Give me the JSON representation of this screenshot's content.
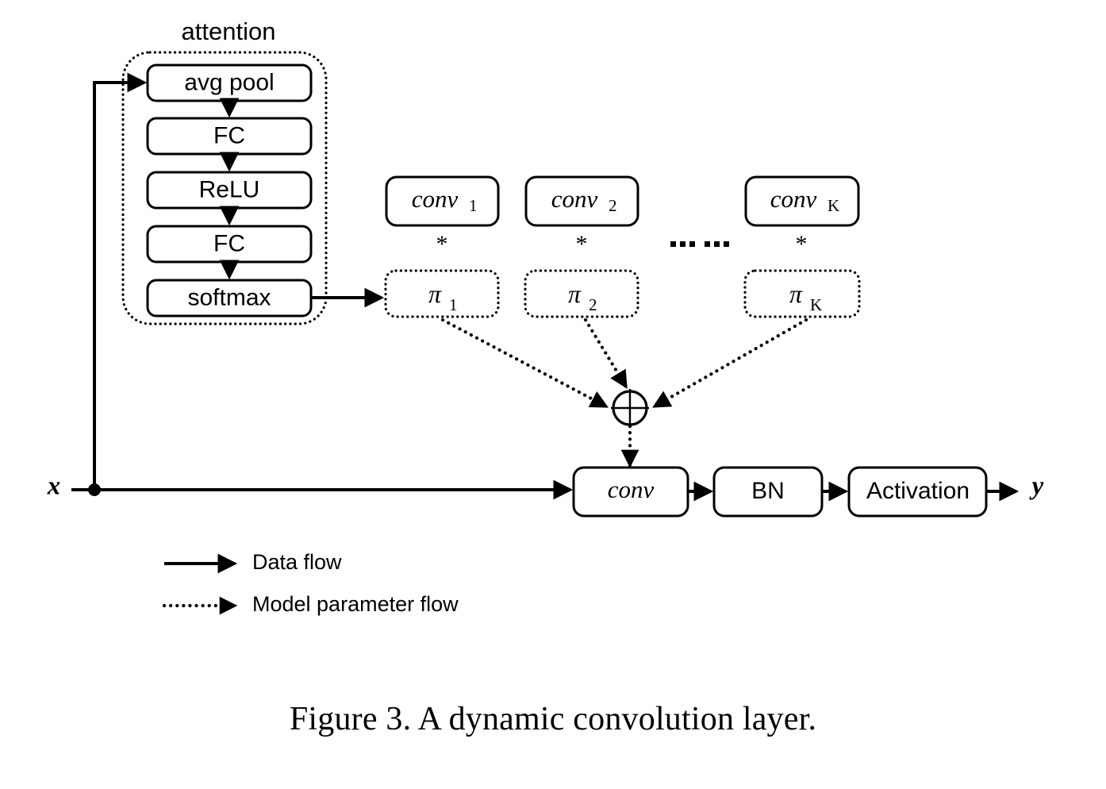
{
  "figure": {
    "caption": "Figure 3. A dynamic convolution layer.",
    "attention_group_label": "attention"
  },
  "attention": {
    "label": "attention",
    "stages": [
      {
        "id": "avg-pool",
        "label": "avg pool"
      },
      {
        "id": "fc-1",
        "label": "FC"
      },
      {
        "id": "relu",
        "label": "ReLU"
      },
      {
        "id": "fc-2",
        "label": "FC"
      },
      {
        "id": "softmax",
        "label": "softmax"
      }
    ]
  },
  "kernels": {
    "multiply_symbol": "*",
    "ellipsis": "···· ····",
    "items": [
      {
        "conv_base": "conv",
        "conv_sub": "1",
        "pi_base": "π",
        "pi_sub": "1"
      },
      {
        "conv_base": "conv",
        "conv_sub": "2",
        "pi_base": "π",
        "pi_sub": "2"
      },
      {
        "conv_base": "conv",
        "conv_sub": "K",
        "pi_base": "π",
        "pi_sub": "K"
      }
    ]
  },
  "aggregate": {
    "symbol_name": "circled-plus",
    "symbol": "⊕"
  },
  "main_path": {
    "input_label": "x",
    "output_label": "y",
    "blocks": [
      {
        "id": "conv",
        "label": "conv",
        "style": "math-italic"
      },
      {
        "id": "bn",
        "label": "BN",
        "style": "sans"
      },
      {
        "id": "activation",
        "label": "Activation",
        "style": "sans"
      }
    ]
  },
  "legend": {
    "items": [
      {
        "id": "data-flow",
        "label": "Data flow",
        "line": "solid"
      },
      {
        "id": "model-parameter-flow",
        "label": "Model parameter flow",
        "line": "dotted"
      }
    ]
  },
  "colors": {
    "stroke": "#000000",
    "background": "#ffffff"
  }
}
